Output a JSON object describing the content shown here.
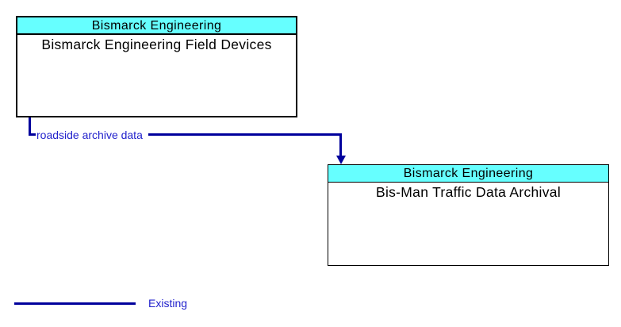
{
  "diagram": {
    "boxes": [
      {
        "header": "Bismarck Engineering",
        "body": "Bismarck Engineering Field Devices"
      },
      {
        "header": "Bismarck Engineering",
        "body": "Bis-Man Traffic Data Archival"
      }
    ],
    "flows": [
      {
        "label": "roadside archive data",
        "from": "Bismarck Engineering Field Devices",
        "to": "Bis-Man Traffic Data Archival",
        "status": "Existing",
        "line_style": "solid"
      }
    ],
    "legend": [
      {
        "label": "Existing",
        "line_style": "solid"
      }
    ],
    "colors": {
      "header_fill": "#66FFFF",
      "flow_line": "#00009C",
      "flow_label_text": "#2222CC",
      "box_border": "#000000",
      "box_text": "#000000",
      "background": "#FFFFFF"
    }
  }
}
